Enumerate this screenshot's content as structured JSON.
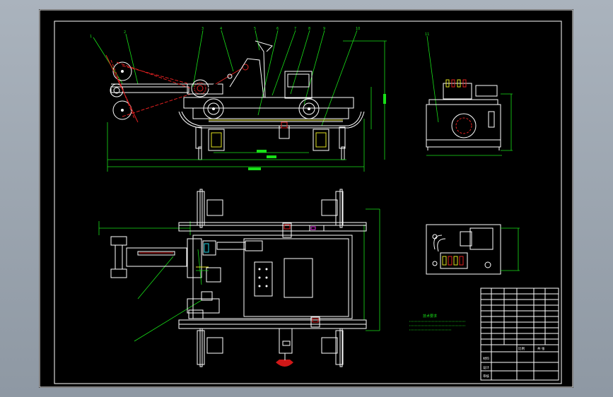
{
  "drawing": {
    "background_color": "#000000",
    "viewport_color": "#9aa4ae",
    "line_color": "#ffffff",
    "dimension_color": "#18e018",
    "notes_title": "技术要求",
    "title_block_labels": [
      "比例",
      "共 张",
      "材料",
      "设计",
      "审核"
    ]
  }
}
